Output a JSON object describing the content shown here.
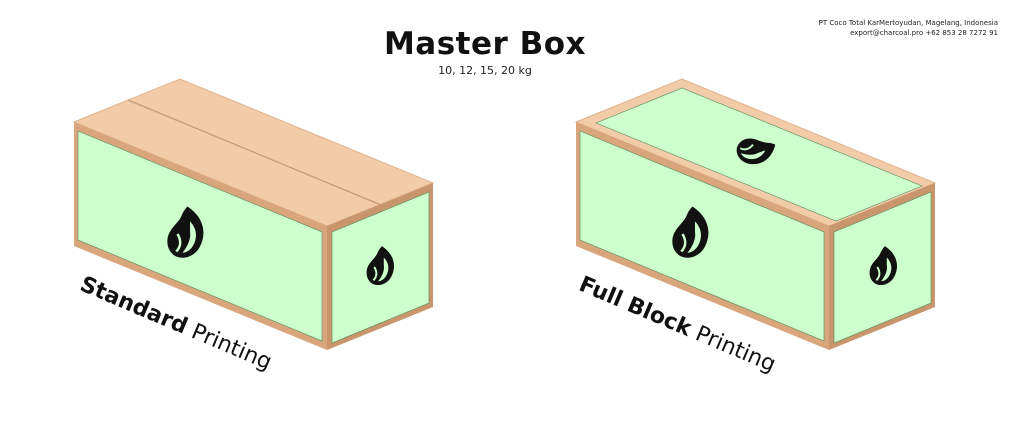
{
  "company": {
    "address": "PT Coco Total KarMertoyudan, Magelang, Indonesia",
    "contact": "export@charcoal.pro +62 853 28 7272 91"
  },
  "header": {
    "title": "Master Box",
    "subtitle": "10, 12, 15, 20 kg"
  },
  "boxes": [
    {
      "bold": "Standard",
      "light": "Printing"
    },
    {
      "bold": "Full Block",
      "light": "Printing"
    }
  ],
  "colors": {
    "cardboard_top": "#f2cba8",
    "cardboard_edge": "#d4a077",
    "print_green": "#ccffcc",
    "logo": "#111111"
  }
}
